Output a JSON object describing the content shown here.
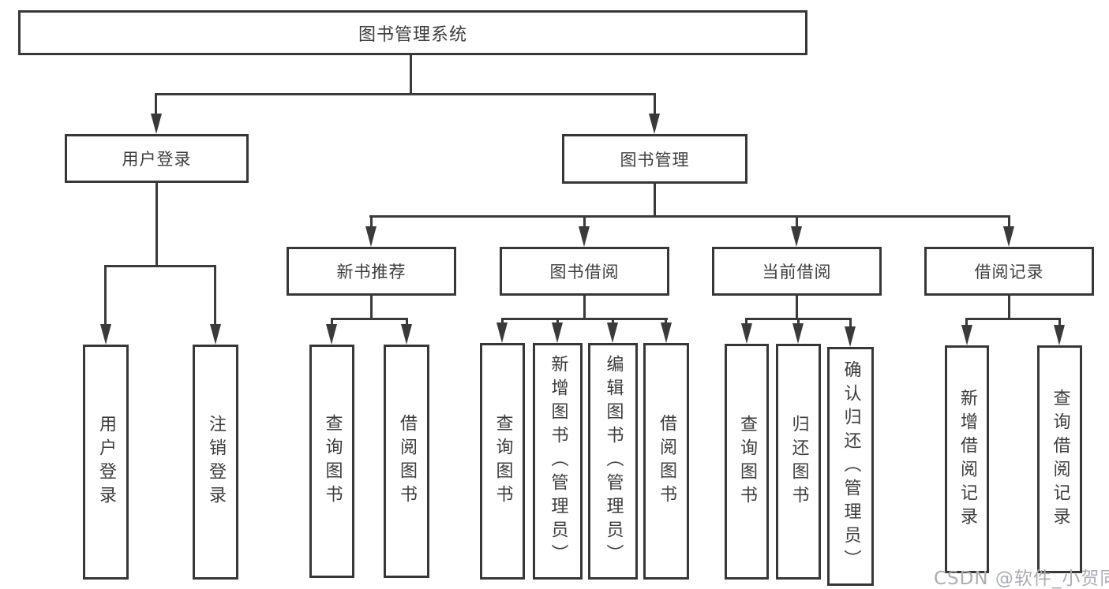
{
  "diagram": {
    "type": "tree",
    "root": {
      "label": "图书管理系统"
    },
    "branches": [
      {
        "label": "用户登录",
        "children": [
          {
            "label": "用户登录"
          },
          {
            "label": "注销登录"
          }
        ]
      },
      {
        "label": "图书管理",
        "children": [
          {
            "label": "新书推荐",
            "children": [
              {
                "label": "查询图书"
              },
              {
                "label": "借阅图书"
              }
            ]
          },
          {
            "label": "图书借阅",
            "children": [
              {
                "label": "查询图书"
              },
              {
                "label": "新增图书（管理员）"
              },
              {
                "label": "编辑图书（管理员）"
              },
              {
                "label": "借阅图书"
              }
            ]
          },
          {
            "label": "当前借阅",
            "children": [
              {
                "label": "查询图书"
              },
              {
                "label": "归还图书"
              },
              {
                "label": "确认归还（管理员）"
              }
            ]
          },
          {
            "label": "借阅记录",
            "children": [
              {
                "label": "新增借阅记录"
              },
              {
                "label": "查询借阅记录"
              }
            ]
          }
        ]
      }
    ]
  },
  "watermark": {
    "text": "CSDN @软件_小贺同学"
  },
  "colors": {
    "line": "#3a3a3a",
    "border": "#373737",
    "text": "#3d3d3d",
    "watermark": "#a9aeb4",
    "background": "#ffffff"
  }
}
